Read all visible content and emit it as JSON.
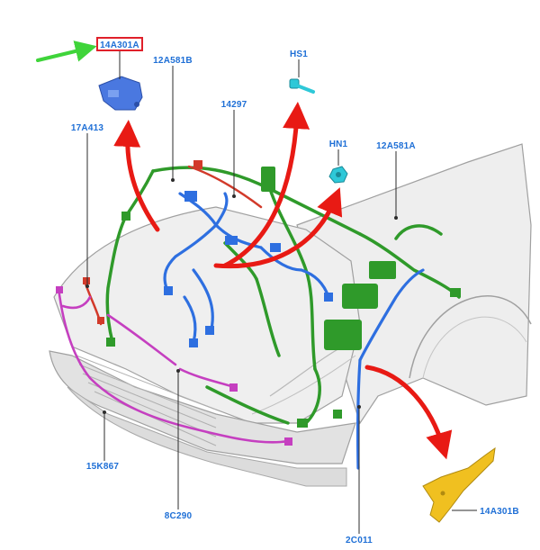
{
  "colors": {
    "callout_text": "#1e6fd6",
    "highlight_box": "#e0202a",
    "pointer_arrow": "#3fd43a",
    "flow_arrow": "#e81a14",
    "harness_main": "#2f9a2a",
    "harness_front": "#2e6fe0",
    "harness_bumper": "#c53fc0",
    "harness_red": "#d23a2a",
    "bracket_blue": "#4a78e0",
    "bracket_yellow": "#f0c020",
    "bolt_cyan": "#2ec8d8",
    "body_gray": "#e6e6e6"
  },
  "callouts": {
    "c14A301A": "14A301A",
    "c12A581B": "12A581B",
    "cHS1": "HS1",
    "c17A413": "17A413",
    "c14297": "14297",
    "cHN1": "HN1",
    "c12A581A": "12A581A",
    "c15K867": "15K867",
    "c8C290": "8C290",
    "c2C011": "2C011",
    "c14A301B": "14A301B"
  }
}
